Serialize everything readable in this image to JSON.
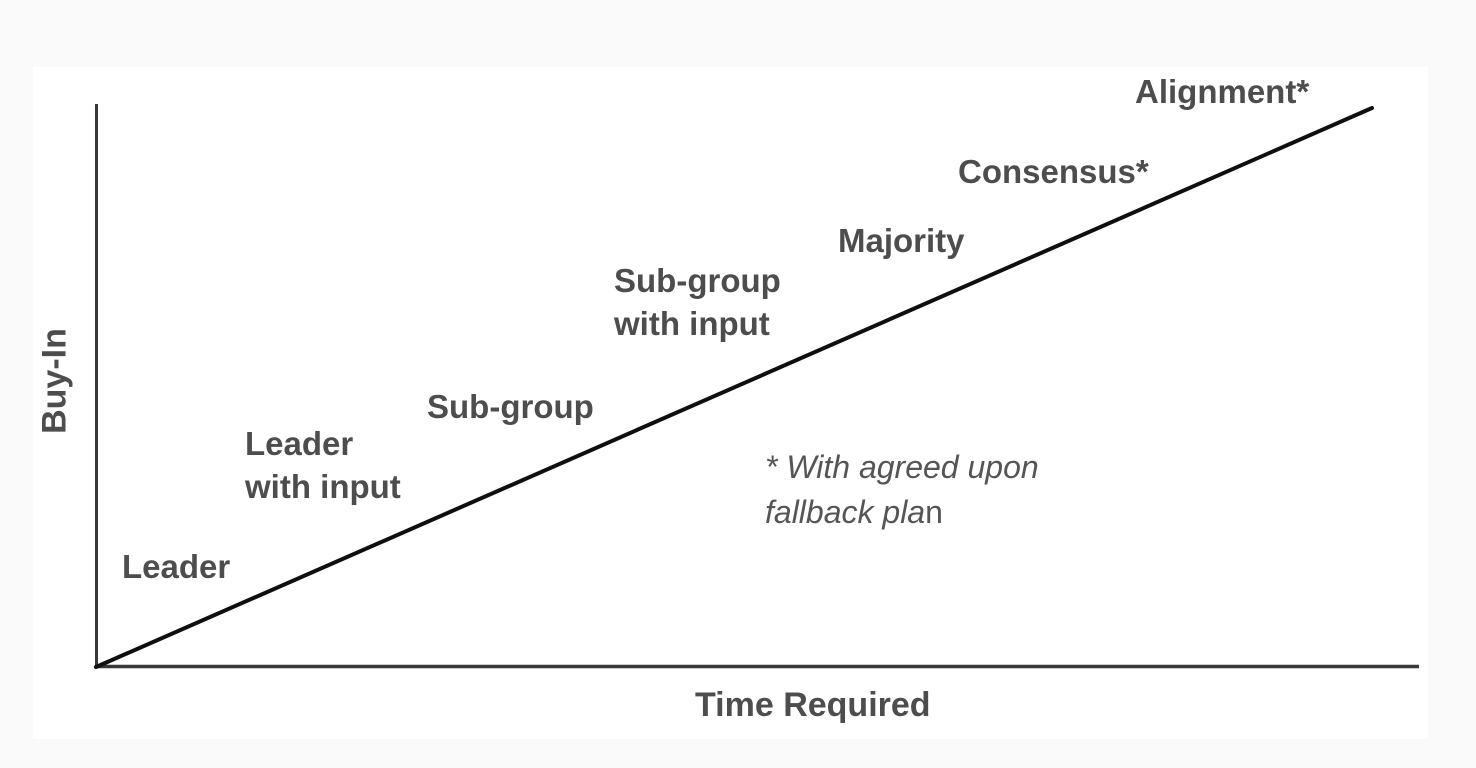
{
  "figure": {
    "ylabel": "Buy-In",
    "xlabel": "Time Required",
    "labels": [
      {
        "id": "leader",
        "lines": [
          "Leader",
          ""
        ]
      },
      {
        "id": "leader-with-input",
        "lines": [
          "Leader",
          "with input"
        ]
      },
      {
        "id": "sub-group",
        "lines": [
          "Sub-group",
          ""
        ]
      },
      {
        "id": "sub-group-with-input",
        "lines": [
          "Sub-group",
          "with input"
        ]
      },
      {
        "id": "majority",
        "lines": [
          "Majority",
          ""
        ]
      },
      {
        "id": "consensus",
        "lines": [
          "Consensus*",
          ""
        ]
      },
      {
        "id": "alignment",
        "lines": [
          "Alignment*",
          ""
        ]
      }
    ],
    "note": {
      "line1": "* With agreed upon",
      "line2_italic": "fallback pla",
      "line2_upright": "n"
    },
    "colors": {
      "page_background": "#fafafa",
      "panel_background": "#ffffff",
      "label_text": "#4d4d4d",
      "note_text": "#555555",
      "axis_line": "#383838",
      "diagonal_line": "#0f0f0f"
    }
  },
  "chart_data": {
    "type": "line",
    "title": "",
    "xlabel": "Time Required",
    "ylabel": "Buy-In",
    "axis_ticks": "none",
    "grid": false,
    "legend": "none",
    "series": [
      {
        "name": "Buy-in vs Time Required",
        "description": "Straight diagonal line from origin rising up-right; buy-in increases proportionally with time required",
        "points_relative": [
          [
            0,
            0
          ],
          [
            1,
            1
          ]
        ]
      }
    ],
    "annotations": [
      {
        "label": "Leader",
        "position_along_line": 0.07,
        "side": "above"
      },
      {
        "label": "Leader with input",
        "position_along_line": 0.2,
        "side": "above"
      },
      {
        "label": "Sub-group",
        "position_along_line": 0.33,
        "side": "above"
      },
      {
        "label": "Sub-group with input",
        "position_along_line": 0.48,
        "side": "above"
      },
      {
        "label": "Majority",
        "position_along_line": 0.62,
        "side": "above"
      },
      {
        "label": "Consensus*",
        "position_along_line": 0.76,
        "side": "above"
      },
      {
        "label": "Alignment*",
        "position_along_line": 0.92,
        "side": "above"
      }
    ],
    "footnote": "* With agreed upon fallback plan"
  }
}
